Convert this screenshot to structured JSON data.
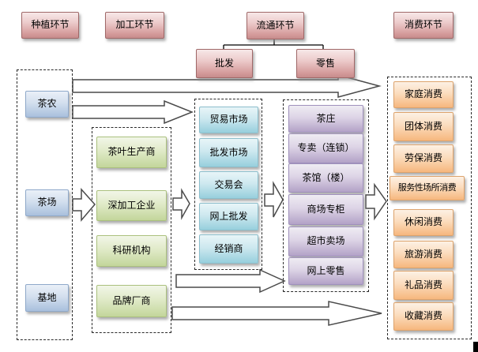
{
  "diagram": {
    "stages": {
      "planting": "种植环节",
      "processing": "加工环节",
      "circulation": "流通环节",
      "consumption": "消费环节",
      "wholesale": "批发",
      "retail": "零售"
    },
    "groups": {
      "producers": {
        "items": [
          "茶农",
          "茶场",
          "基地"
        ]
      },
      "processors": {
        "items": [
          "茶叶生产商",
          "深加工企业",
          "科研机构",
          "品牌厂商"
        ]
      },
      "wholesale_channels": {
        "items": [
          "贸易市场",
          "批发市场",
          "交易会",
          "网上批发",
          "经销商"
        ]
      },
      "retail_channels": {
        "items": [
          "茶庄",
          "专卖（连锁）",
          "茶馆（楼）",
          "商场专柜",
          "超市卖场",
          "网上零售"
        ]
      },
      "consumption_types": {
        "items": [
          "家庭消费",
          "团体消费",
          "劳保消费",
          "服务性场所消费",
          "休闲消费",
          "旅游消费",
          "礼品消费",
          "收藏消费"
        ]
      }
    },
    "colors": {
      "stage_box": "#d99694",
      "producer_box": "#a7bfde",
      "processor_box": "#c3d69b",
      "wholesale_box": "#93cddc",
      "retail_box": "#b3a2c7",
      "consumption_box": "#fac08f",
      "arrow_fill": "#ffffff",
      "arrow_stroke": "#4a4a4a",
      "group_border": "#2a2a2a"
    }
  }
}
